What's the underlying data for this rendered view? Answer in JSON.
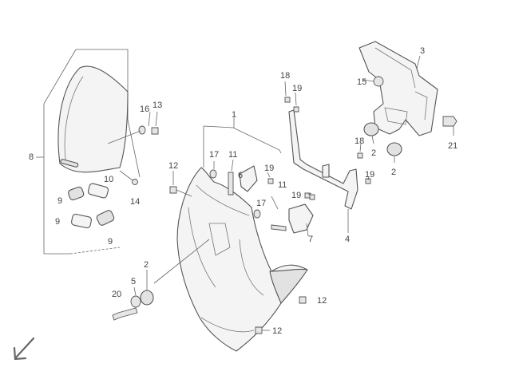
{
  "diagram": {
    "callouts": [
      "1",
      "2",
      "2",
      "2",
      "3",
      "4",
      "5",
      "6",
      "7",
      "8",
      "9",
      "9",
      "9",
      "10",
      "11",
      "11",
      "12",
      "12",
      "12",
      "13",
      "14",
      "15",
      "16",
      "17",
      "17",
      "18",
      "18",
      "19",
      "19",
      "19",
      "20",
      "21"
    ]
  }
}
